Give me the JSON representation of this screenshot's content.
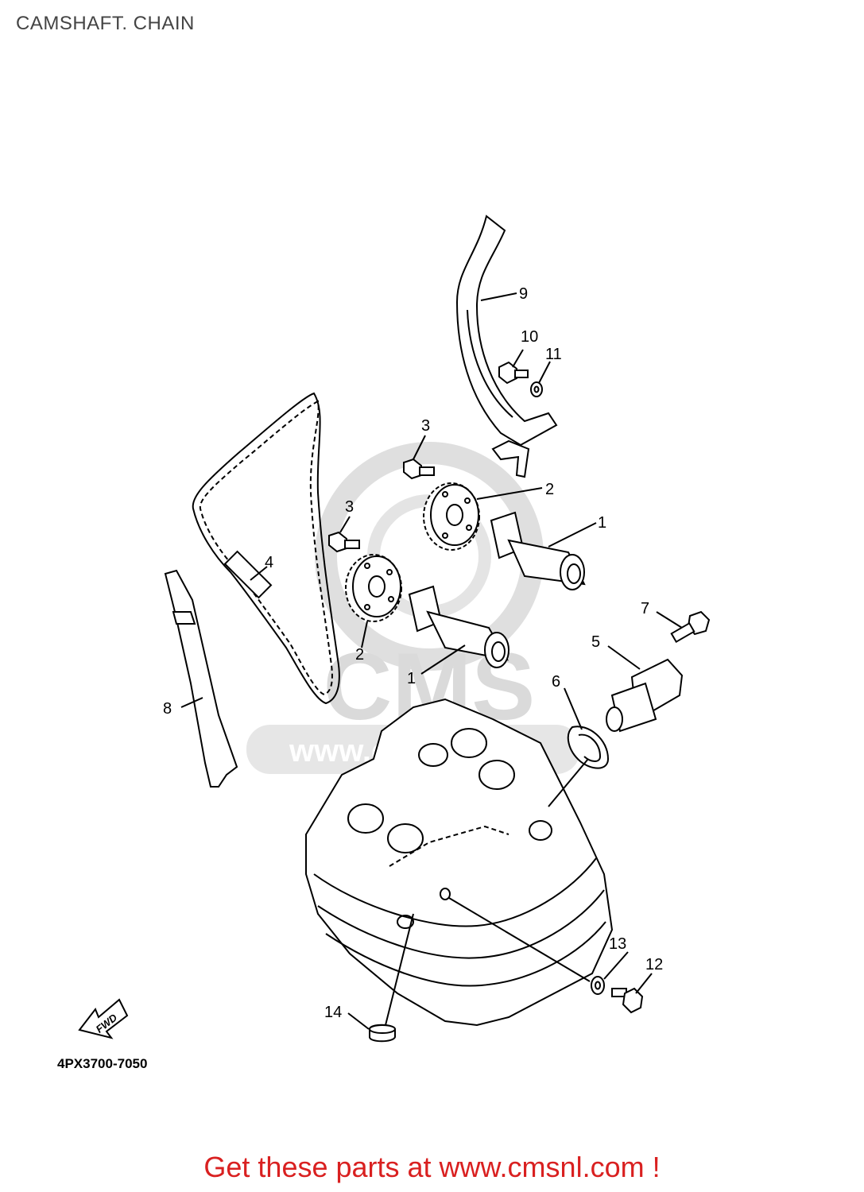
{
  "page": {
    "title": "CAMSHAFT. CHAIN",
    "diagram_code": "4PX3700-7050",
    "fwd_label": "FWD",
    "footer_text": "Get these parts at www.cmsnl.com !",
    "footer_color": "#d92020"
  },
  "watermark": {
    "logo_text": "CMS",
    "url_text": "www.cmsnl.com",
    "color": "#d6d6d6"
  },
  "callouts": [
    {
      "id": "c1a",
      "label": "1"
    },
    {
      "id": "c1b",
      "label": "1"
    },
    {
      "id": "c2a",
      "label": "2"
    },
    {
      "id": "c2b",
      "label": "2"
    },
    {
      "id": "c3a",
      "label": "3"
    },
    {
      "id": "c3b",
      "label": "3"
    },
    {
      "id": "c4",
      "label": "4"
    },
    {
      "id": "c5",
      "label": "5"
    },
    {
      "id": "c6",
      "label": "6"
    },
    {
      "id": "c7",
      "label": "7"
    },
    {
      "id": "c8",
      "label": "8"
    },
    {
      "id": "c9",
      "label": "9"
    },
    {
      "id": "c10",
      "label": "10"
    },
    {
      "id": "c11",
      "label": "11"
    },
    {
      "id": "c12",
      "label": "12"
    },
    {
      "id": "c13",
      "label": "13"
    },
    {
      "id": "c14",
      "label": "14"
    }
  ]
}
